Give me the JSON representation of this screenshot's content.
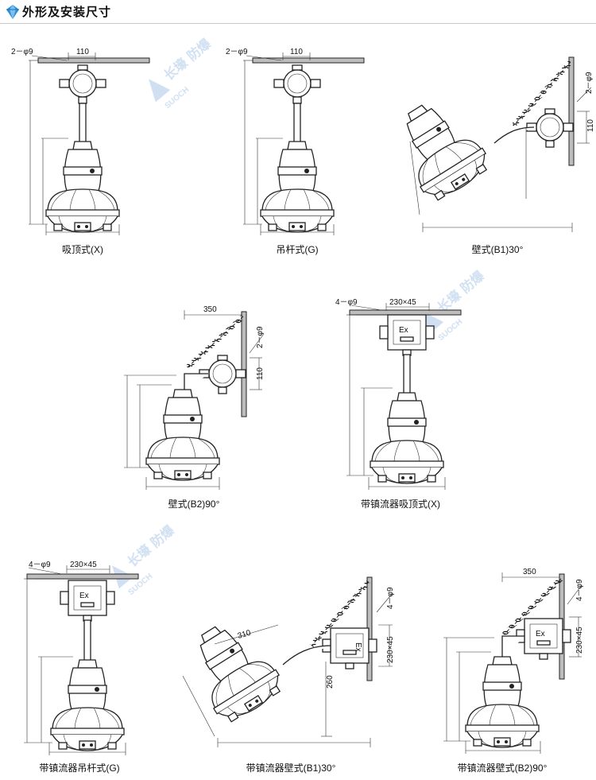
{
  "header": {
    "title": "外形及安装尺寸",
    "icon": "diamond-icon",
    "accent": "#2f8fd8"
  },
  "watermark": {
    "brand": "长壕",
    "sub": "防爆",
    "latin": "SUOCH",
    "color": "#c5d8ee"
  },
  "figures": [
    {
      "caption": "吸顶式(X)",
      "dims": {
        "holes": "2－φ9",
        "width": "110"
      }
    },
    {
      "caption": "吊杆式(G)",
      "dims": {
        "holes": "2－φ9",
        "width": "110"
      }
    },
    {
      "caption": "壁式(B1)30°",
      "dims": {
        "holes": "2－φ9",
        "height": "110"
      }
    },
    {
      "caption": "壁式(B2)90°",
      "dims": {
        "arm": "350",
        "holes": "2－φ9",
        "height": "110"
      }
    },
    {
      "caption": "带镇流器吸顶式(X)",
      "dims": {
        "holes": "4－φ9",
        "box": "230×45"
      }
    },
    {
      "caption": "带镇流器吊杆式(G)",
      "dims": {
        "holes": "4－φ9",
        "box": "230×45"
      }
    },
    {
      "caption": "带镇流器壁式(B1)30°",
      "dims": {
        "diameter": "310",
        "drop": "260",
        "holes": "4－φ9",
        "box": "230×45"
      }
    },
    {
      "caption": "带镇流器壁式(B2)90°",
      "dims": {
        "arm": "350",
        "holes": "4－φ9",
        "box": "230×45"
      }
    }
  ],
  "box_label": "Ex"
}
